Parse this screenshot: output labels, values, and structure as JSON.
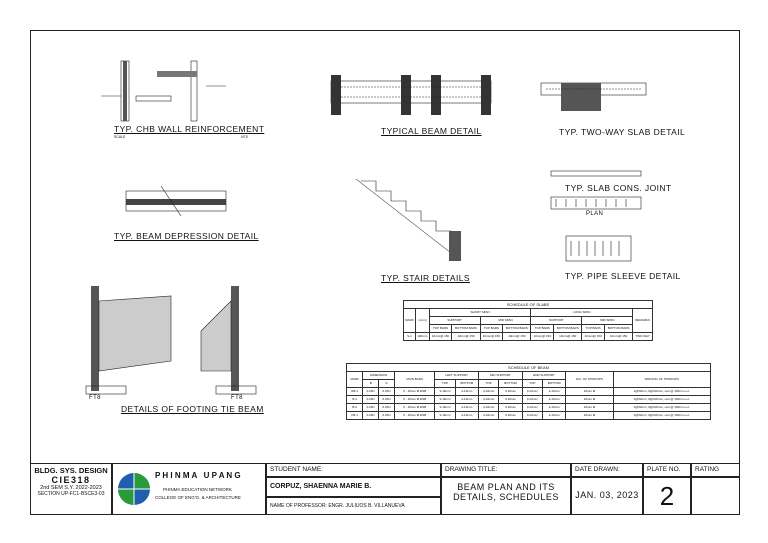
{
  "titles": {
    "chb": "TYP. CHB WALL REINFORCEMENT",
    "beam": "TYPICAL BEAM DETAIL",
    "slab": "TYP. TWO-WAY SLAB DETAIL",
    "depression": "TYP. BEAM DEPRESSION DETAIL",
    "stair": "TYP. STAIR DETAILS",
    "slabjoint": "TYP. SLAB CONS. JOINT",
    "plan": "PLAN",
    "pipe": "TYP. PIPE SLEEVE DETAIL",
    "footing": "DETAILS OF FOOTING TIE BEAM",
    "ft_left": "FT8",
    "ft_right": "FT8"
  },
  "scale_tag": "SCALE",
  "nts_tag": "NTS",
  "slab_schedule": {
    "title": "SCHEDULE OF SLABS",
    "mark_head": "MARK",
    "thk_head": "t (mm)",
    "short_span": "SHORT SPAN",
    "long_span": "LONG SPAN",
    "support": "SUPPORT",
    "mid_span": "MID SPAN",
    "top_bars": "TOP BARS",
    "bottom_bars": "BOTTOM BARS",
    "remarks": "REMARKS",
    "row": [
      "S-1",
      "100mm",
      "10mm@ 150",
      "10mm@ 150",
      "10mm@ 150",
      "10mm@ 150",
      "10mm@ 150",
      "10mm@ 150",
      "10mm@ 150",
      "10mm@ 150",
      "TWO-WAY"
    ]
  },
  "beam_schedule": {
    "title": "SCHEDULE OF BEAM",
    "mark": "MARK",
    "dimension": "DIMENSION",
    "b": "B",
    "d": "D",
    "main_bars": "MAIN BARS",
    "left_support": "LEFT SUPPORT",
    "mid_support": "MID SUPPORT",
    "end_support": "END SUPPORT",
    "top": "TOP",
    "bottom": "BOTTOM",
    "stirrups": "DIA. OF STIRRUPS",
    "spacing": "SPACING OF STIRRUPS",
    "rows": [
      [
        "RB-1",
        "0.25m",
        "0.35m",
        "5 - 16mm Ø RSB",
        "3-16mm",
        "2-16mm",
        "2-16mm",
        "3-16mm",
        "3-16mm",
        "2-16mm",
        "10mm Ø",
        "1@50mm, 6@100mm, rest @ 150mm o.c."
      ],
      [
        "B-1",
        "0.25m",
        "0.35m",
        "5 - 16mm Ø RSB",
        "3-16mm",
        "2-16mm",
        "2-16mm",
        "3-16mm",
        "3-16mm",
        "2-16mm",
        "10mm Ø",
        "1@50mm, 6@100mm, rest @ 150mm o.c."
      ],
      [
        "B-2",
        "0.25m",
        "0.35m",
        "5 - 16mm Ø RSB",
        "3-16mm",
        "2-16mm",
        "2-16mm",
        "3-16mm",
        "3-16mm",
        "2-16mm",
        "10mm Ø",
        "1@50mm, 6@100mm, rest @ 150mm o.c."
      ],
      [
        "FB-1",
        "0.25m",
        "0.35m",
        "5 - 16mm Ø RSB",
        "3-16mm",
        "2-16mm",
        "2-16mm",
        "3-16mm",
        "3-16mm",
        "2-16mm",
        "10mm Ø",
        "1@50mm, 6@100mm, rest @ 150mm o.c."
      ]
    ]
  },
  "title_block": {
    "course": "BLDG. SYS. DESIGN",
    "code": "CIE318",
    "sem": "2nd SEM S.Y. 2022-2023",
    "section": "SECTION UP-FC1-BSCE3-03",
    "school": "P H I N M A   U P A N G",
    "network": "PHINMA EDUCATION NETWORK",
    "college": "COLLEGE OF ENG'G. & ARCHITECTURE",
    "student_label": "STUDENT NAME:",
    "student": "CORPUZ, SHAENNA MARIE B.",
    "prof": "NAME OF PROFESSOR: ENGR. JULIUOS B. VILLANUEVA",
    "drawing_label": "DRAWING TITLE:",
    "drawing_title": "BEAM PLAN AND ITS DETAILS, SCHEDULES",
    "date_label": "DATE DRAWN:",
    "date": "JAN. 03, 2023",
    "plate_label": "PLATE NO.",
    "plate": "2",
    "rating_label": "RATING"
  },
  "colors": {
    "logo_blue": "#1f5fb0",
    "logo_green": "#2a9a3a",
    "line": "#222222"
  }
}
